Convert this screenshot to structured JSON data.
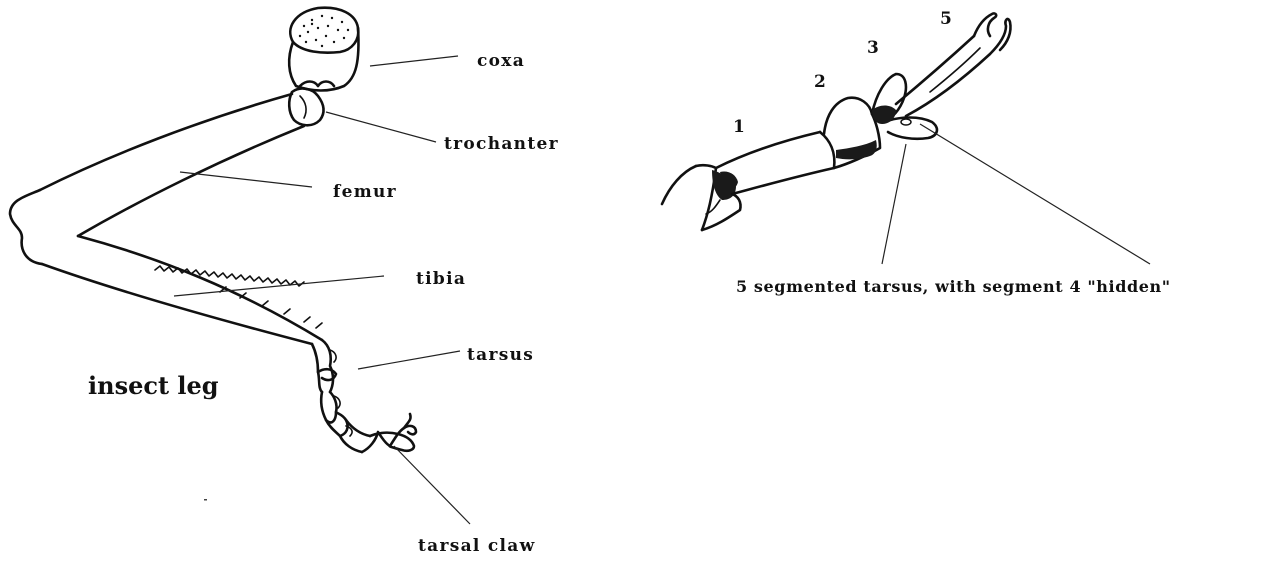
{
  "leg_diagram": {
    "title": "insect leg",
    "labels": {
      "coxa": "coxa",
      "trochanter": "trochanter",
      "femur": "femur",
      "tibia": "tibia",
      "tarsus": "tarsus",
      "tarsal_claw": "tarsal  claw"
    }
  },
  "tarsus_detail": {
    "segment_numbers": [
      "1",
      "2",
      "3",
      "5"
    ],
    "caption": "5 segmented tarsus, with segment 4 \"hidden\""
  }
}
